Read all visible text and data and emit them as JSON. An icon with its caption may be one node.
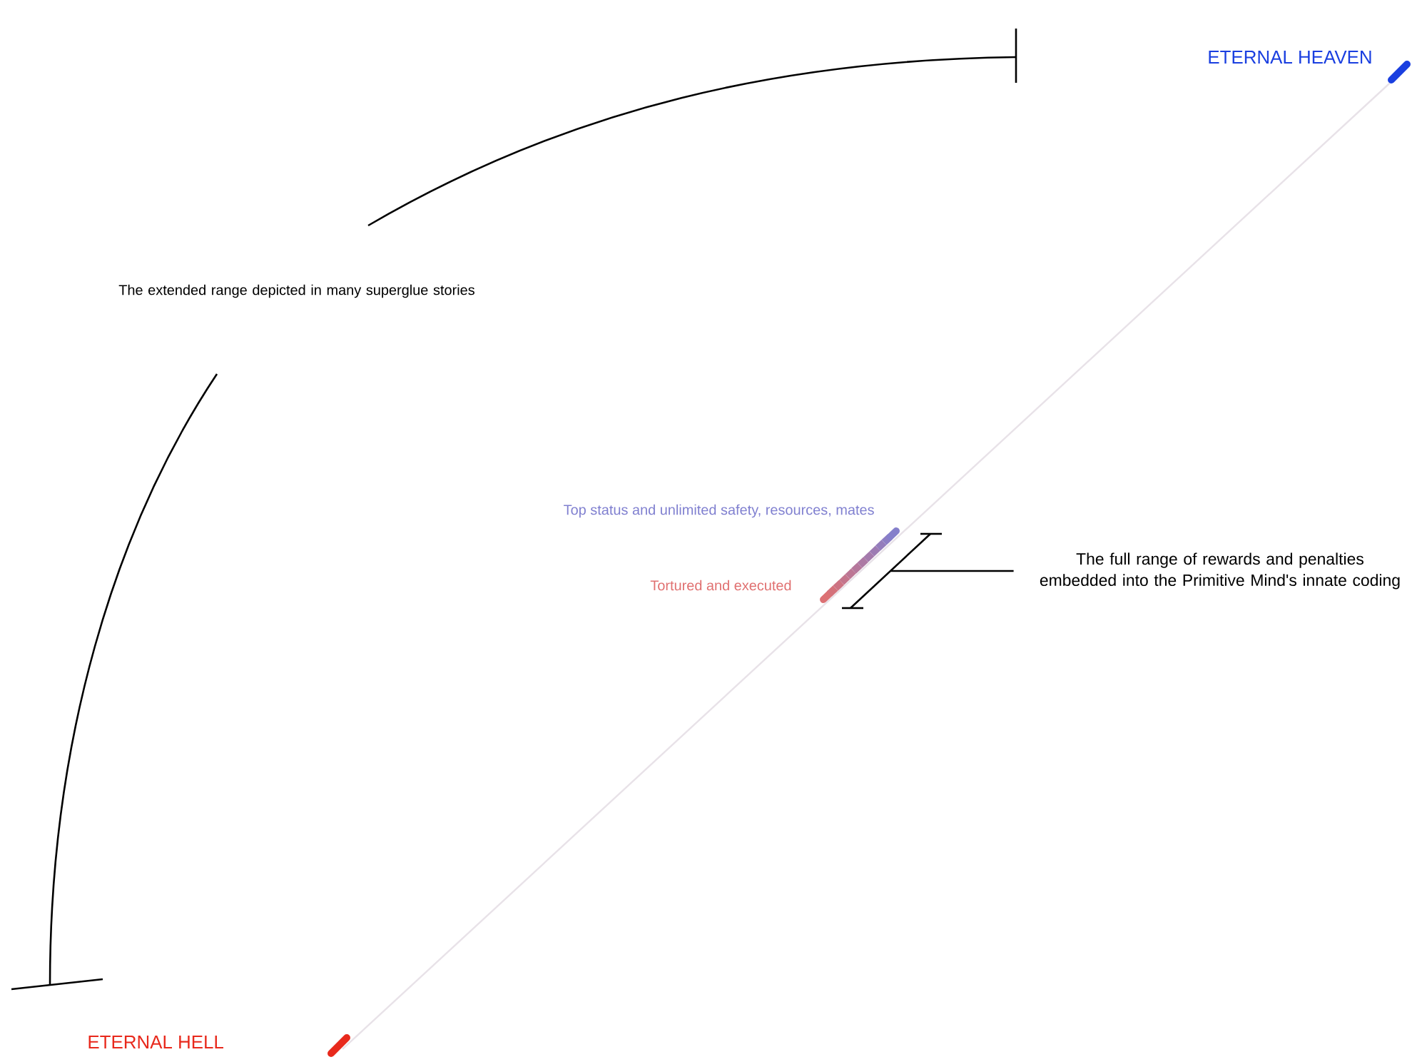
{
  "diagram": {
    "nodes": [
      {
        "text": [
          "The full range of rewards and penalties embedded into the Primitive Mind's innate coding"
        ]
      },
      {
        "text": [],
        "shape": "bar"
      }
    ],
    "edges": [
      {
        "from": 0,
        "to": 1,
        "arrow": "none"
      }
    ],
    "labels": [
      "ETERNAL HEAVEN",
      "The extended range depicted in many superglue stories",
      "Top status and unlimited safety, resources, mates",
      "Tortured and executed",
      "ETERNAL HELL"
    ]
  }
}
